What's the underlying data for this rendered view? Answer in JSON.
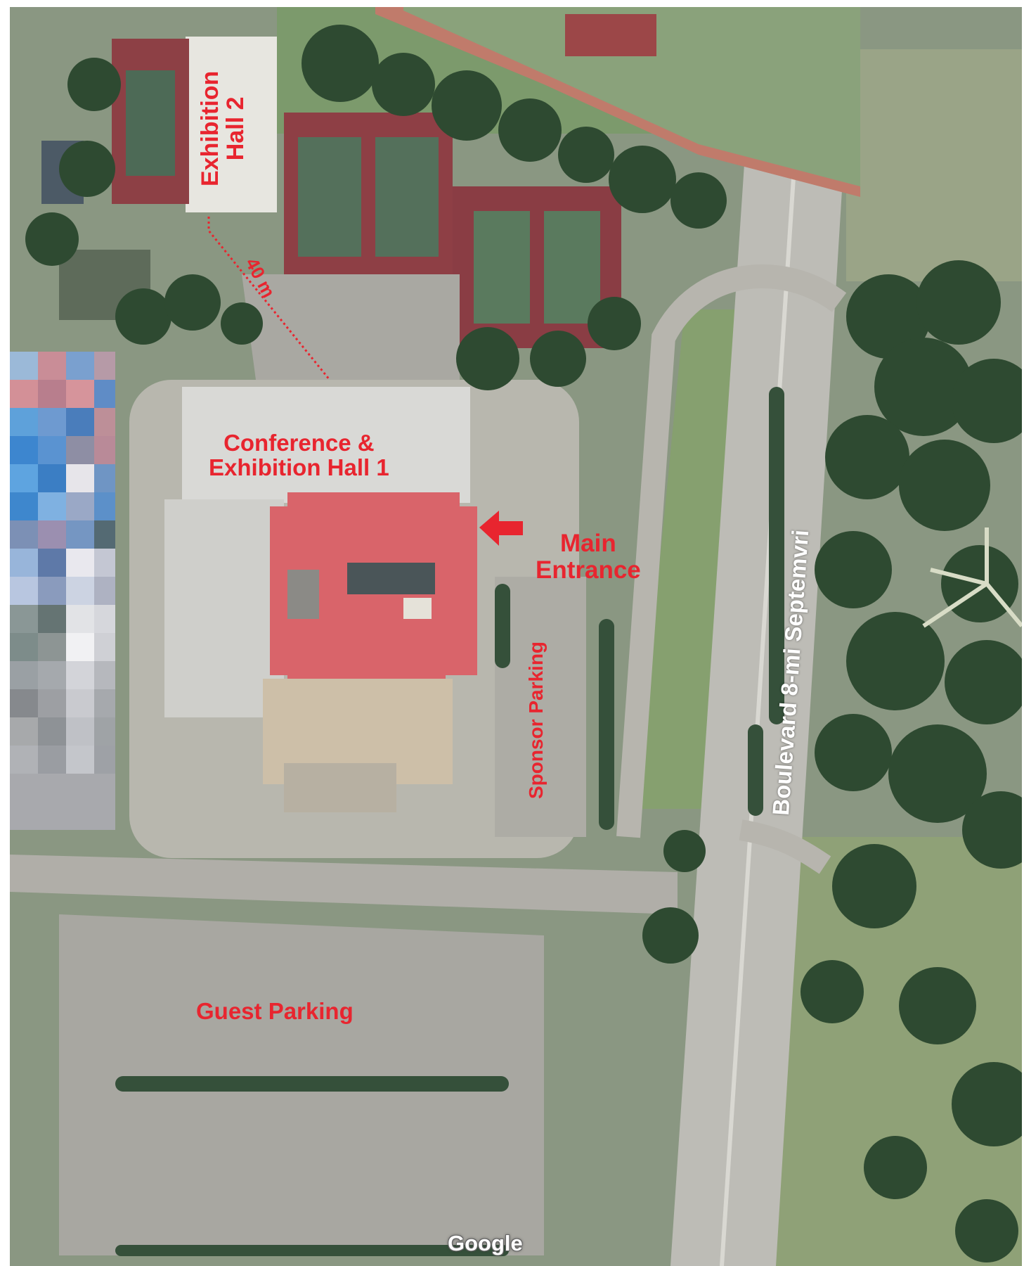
{
  "labels": {
    "exhibition_hall_2": "Exhibition\nHall 2",
    "distance": "40 m",
    "conference_hall": "Conference &\nExhibition Hall 1",
    "main_entrance": "Main\nEntrance",
    "sponsor_parking": "Sponsor Parking",
    "boulevard": "Boulevard 8-mi Septemvri",
    "guest_parking": "Guest Parking"
  },
  "attribution": "Google",
  "colors": {
    "label_red": "#e8252f",
    "roof_red": "#d9646a",
    "tennis_court": "#8e3f45",
    "road": "#b9b7b0",
    "vegetation": "#2f4a30",
    "grass": "#7f9a6d"
  },
  "icons": [
    "arrow-left-icon"
  ]
}
